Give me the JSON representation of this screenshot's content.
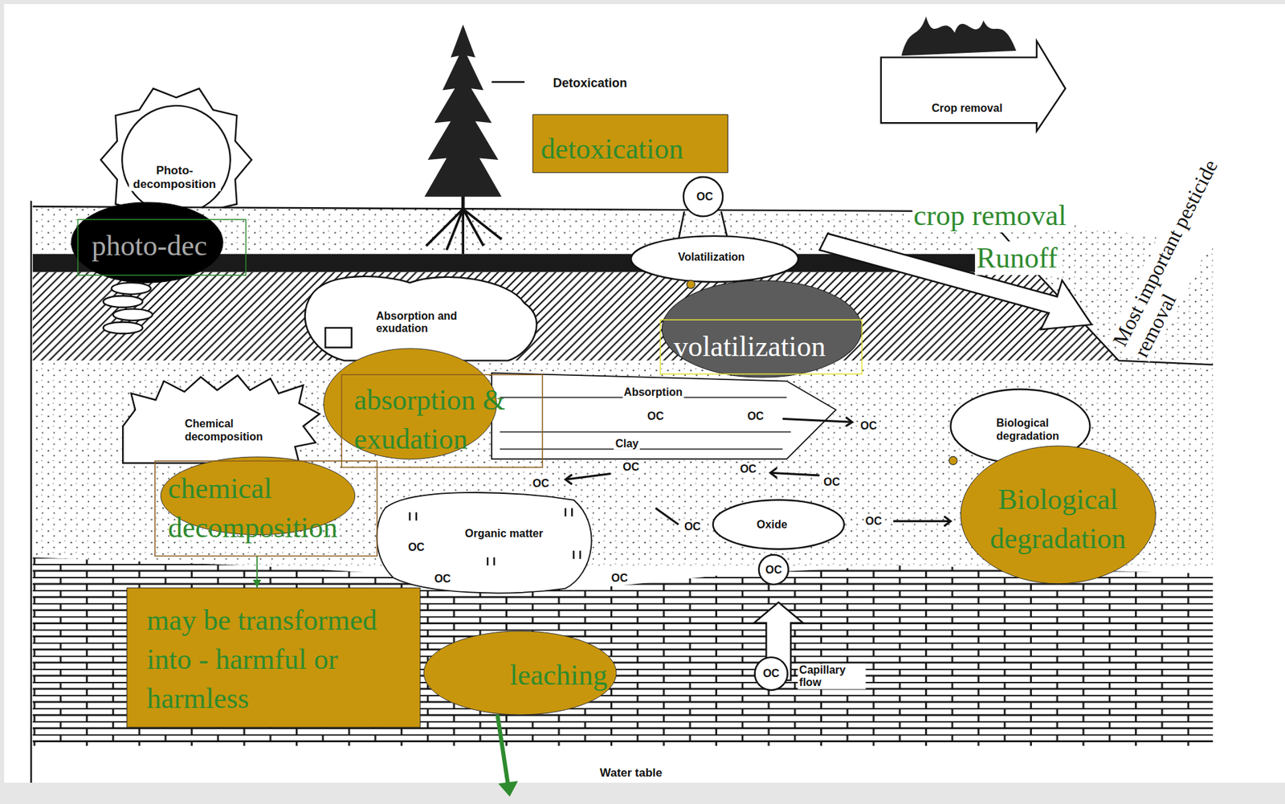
{
  "diagram": {
    "nodes": [
      {
        "text": [
          "detoxication"
        ]
      },
      {
        "text": [
          "photo-dec"
        ]
      },
      {
        "text": [
          "volatilization"
        ]
      },
      {
        "text": [
          "absorption & exudation"
        ]
      },
      {
        "text": [
          "Biological degradation"
        ]
      },
      {
        "text": [
          "chemical decomposition"
        ]
      },
      {
        "text": [
          "may be transformed into - harmful or harmless"
        ]
      },
      {
        "text": [
          "leaching"
        ]
      }
    ],
    "edges": [
      {
        "from": 5,
        "to": 6,
        "arrow": "to"
      }
    ],
    "labels": [
      "Photo- decomposition",
      "Detoxication",
      "Crop removal",
      "Most important pesticide removal",
      "OC",
      "Volatilization",
      "crop removal",
      "Runoff",
      "Absorption and exudation",
      "Absorption",
      "Clay",
      "Chemical decomposition",
      "Biological degradation",
      "Organic matter",
      "Oxide",
      "Capillary flow",
      "Water table",
      "OC",
      "OC",
      "OC",
      "OC",
      "OC",
      "OC",
      "OC",
      "OC",
      "OC",
      "OC",
      "OC",
      "OC",
      "OC",
      "OC"
    ]
  }
}
